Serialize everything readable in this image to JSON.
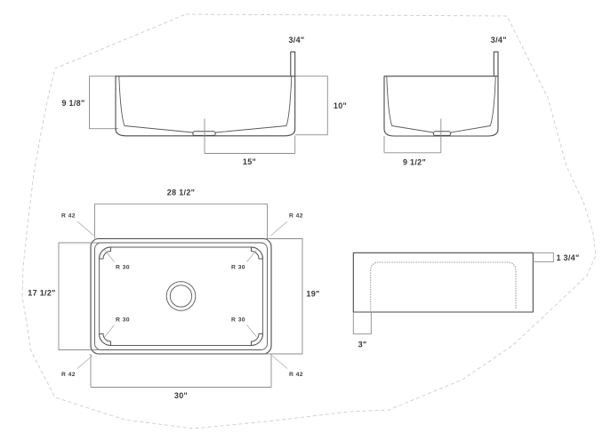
{
  "colors": {
    "background": "#ffffff",
    "drawing_line": "#4a4a4a",
    "dimension_line": "#8c8c8c",
    "leader_line": "#ababab",
    "boundary_line": "#cccccc",
    "text": "#383838"
  },
  "front_view": {
    "flange_thickness": "3/4\"",
    "bowl_depth": "9 1/8\"",
    "overall_height": "10\"",
    "drain_offset": "15\""
  },
  "side_view": {
    "flange_thickness": "3/4\"",
    "drain_offset": "9 1/2\""
  },
  "plan_view": {
    "inner_width": "28 1/2\"",
    "outer_width": "30\"",
    "inner_depth": "17 1/2\"",
    "outer_depth": "19\"",
    "outer_corner_radius": "R 42",
    "inner_corner_radius": "R 30"
  },
  "section_view": {
    "rim_thickness": "1 3/4\"",
    "apron_return": "3\""
  }
}
